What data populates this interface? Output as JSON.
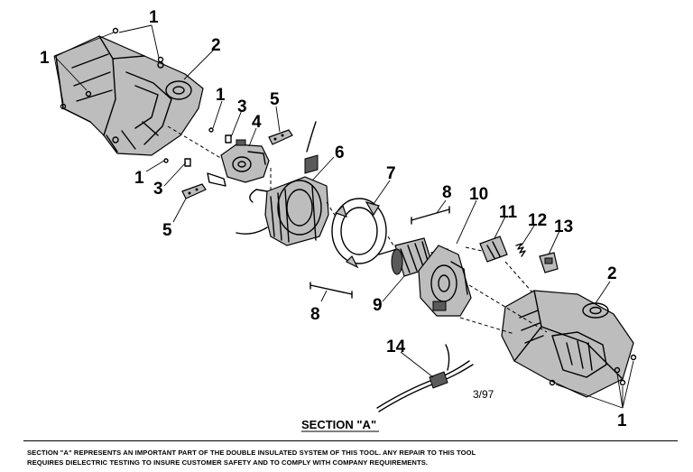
{
  "callouts": {
    "c1_top": "1",
    "c1_left": "1",
    "c2_top": "2",
    "c1_mid": "1",
    "c3_mid": "3",
    "c4": "4",
    "c5_top": "5",
    "c1_low": "1",
    "c3_low": "3",
    "c5_low": "5",
    "c6": "6",
    "c7": "7",
    "c8_right": "8",
    "c10": "10",
    "c11": "11",
    "c12": "12",
    "c13": "13",
    "c2_right": "2",
    "c8_low": "8",
    "c9": "9",
    "c14": "14",
    "c1_bottom": "1"
  },
  "date_code": "3/97",
  "section_title": "SECTION \"A\"",
  "notice": {
    "line1": "SECTION \"A\" REPRESENTS AN IMPORTANT PART OF THE DOUBLE INSULATED SYSTEM OF THIS TOOL.  ANY REPAIR TO THIS TOOL",
    "line2": "REQUIRES DIELECTRIC TESTING TO INSURE CUSTOMER SAFETY AND TO COMPLY WITH COMPANY REQUIREMENTS."
  }
}
